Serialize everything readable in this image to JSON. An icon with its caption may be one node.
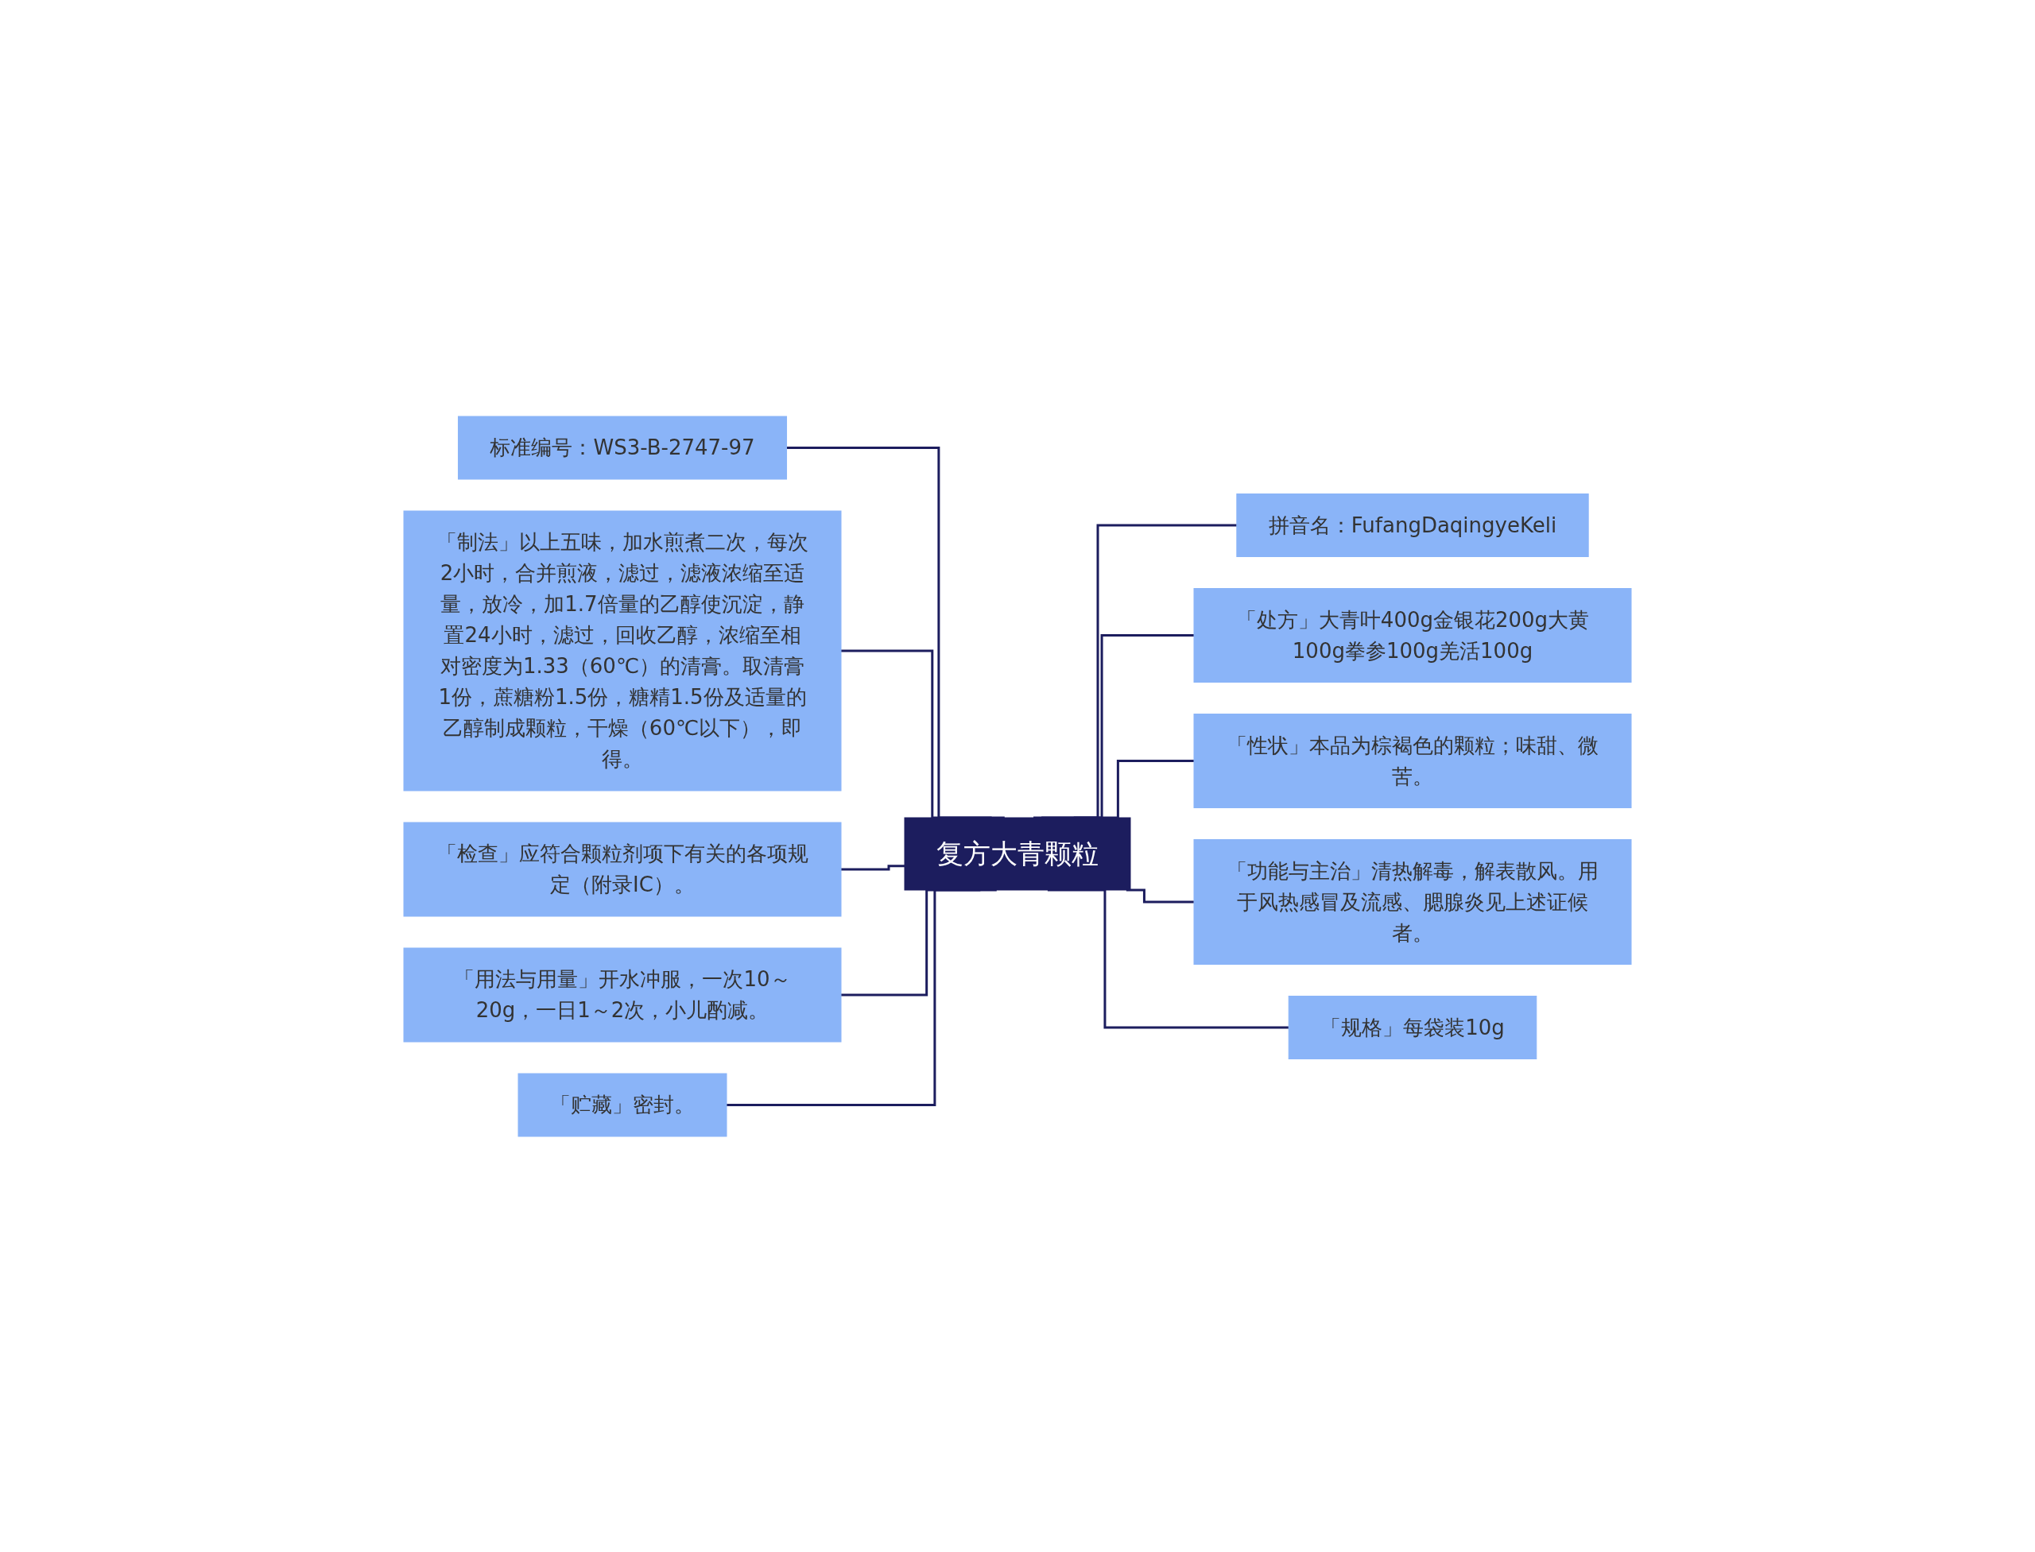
{
  "diagram": {
    "nodes": [
      {
        "text": [
          "复方大青颗粒"
        ]
      },
      {
        "text": [
          "标准编号：WS3-B-2747-97"
        ]
      },
      {
        "text": [
          "「制法」以上五味，加水煎煮二次，每次2小时，合并煎液，滤过，滤液浓缩至适量，放冷，加1.7倍量的乙醇使沉淀，静置24小时，滤过，回收乙醇，浓缩至相对密度为1.33（60℃）的清膏。取清膏1份，蔗糖粉1.5份，糖精1.5份及适量的乙醇制成颗粒，干燥（60℃以下），即得。"
        ]
      },
      {
        "text": [
          "「检查」应符合颗粒剂项下有关的各项规定（附录ⅠC）。"
        ]
      },
      {
        "text": [
          "「用法与用量」开水冲服，一次10～20g，一日1～2次，小儿酌减。"
        ]
      },
      {
        "text": [
          "「贮藏」密封。"
        ]
      },
      {
        "text": [
          "拼音名：FufangDaqingyeKeli"
        ]
      },
      {
        "text": [
          "「处方」大青叶400g金银花200g大黄100g拳参100g羌活100g"
        ]
      },
      {
        "text": [
          "「性状」本品为棕褐色的颗粒；味甜、微苦。"
        ]
      },
      {
        "text": [
          "「功能与主治」清热解毒，解表散风。用于风热感冒及流感、腮腺炎见上述证候者。"
        ]
      },
      {
        "text": [
          "「规格」每袋装10g"
        ]
      }
    ],
    "edges": [
      {
        "from": 0,
        "to": 1,
        "arrow": "none"
      },
      {
        "from": 0,
        "to": 2,
        "arrow": "none"
      },
      {
        "from": 0,
        "to": 3,
        "arrow": "none"
      },
      {
        "from": 0,
        "to": 4,
        "arrow": "none"
      },
      {
        "from": 0,
        "to": 5,
        "arrow": "none"
      },
      {
        "from": 0,
        "to": 6,
        "arrow": "none"
      },
      {
        "from": 0,
        "to": 7,
        "arrow": "none"
      },
      {
        "from": 0,
        "to": 8,
        "arrow": "none"
      },
      {
        "from": 0,
        "to": 9,
        "arrow": "none"
      },
      {
        "from": 0,
        "to": 10,
        "arrow": "none"
      }
    ]
  }
}
